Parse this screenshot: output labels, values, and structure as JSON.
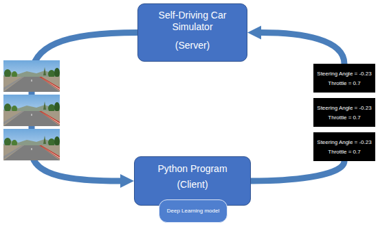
{
  "diagram": {
    "nodes": [
      {
        "text": [
          "Self-Driving Car Simulator",
          "(Server)"
        ]
      },
      {
        "text": [
          "Python Program",
          "(Client)"
        ]
      },
      {
        "text": [
          "Deep Learning model"
        ],
        "in": 1
      },
      {
        "text": [
          "Steering Angle = -0.23",
          "Throttle = 0.7"
        ]
      },
      {
        "text": [
          "Steering Angle = -0.23",
          "Throttle = 0.7"
        ]
      },
      {
        "text": [
          "Steering Angle = -0.23",
          "Throttle = 0.7"
        ]
      }
    ],
    "edges": [
      {
        "from": 0,
        "to": 1,
        "arrow": "to"
      },
      {
        "from": 1,
        "to": 5,
        "arrow": "none"
      },
      {
        "from": 3,
        "to": 0,
        "arrow": "to"
      }
    ]
  }
}
